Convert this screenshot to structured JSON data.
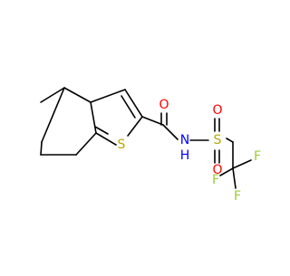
{
  "molecule": {
    "atoms": {
      "S1": {
        "symbol": "S",
        "color": "#b8a600"
      },
      "O1": {
        "symbol": "O",
        "color": "#ff0000"
      },
      "N1": {
        "symbol": "N",
        "color": "#0000ff"
      },
      "H1": {
        "symbol": "H",
        "color": "#0000ff"
      },
      "S2": {
        "symbol": "S",
        "color": "#b8a600"
      },
      "O2": {
        "symbol": "O",
        "color": "#ff0000"
      },
      "O3": {
        "symbol": "O",
        "color": "#ff0000"
      },
      "F1": {
        "symbol": "F",
        "color": "#9acd32"
      },
      "F2": {
        "symbol": "F",
        "color": "#9acd32"
      },
      "F3": {
        "symbol": "F",
        "color": "#9acd32"
      }
    },
    "bond_color": "#000000",
    "background": "#ffffff"
  }
}
